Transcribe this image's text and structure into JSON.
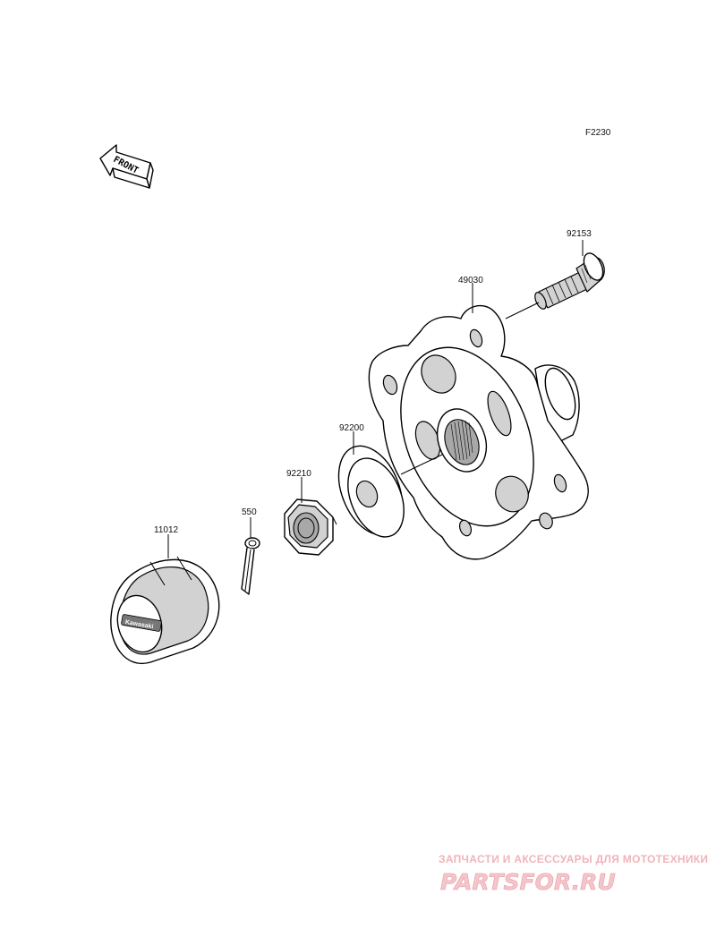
{
  "figure_code": "F2230",
  "front_label": "FRONT",
  "brand_mark": "Kawasaki",
  "parts": {
    "stud": "92153",
    "hub": "49030",
    "washer": "92200",
    "nut": "92210",
    "cotter_pin": "550",
    "cap": "11012"
  },
  "watermark": {
    "tagline": "ЗАПЧАСТИ И АКСЕССУАРЫ ДЛЯ МОТОТЕХНИКИ",
    "site": "PARTSFOR.RU",
    "colors": {
      "text": "#f0b4ba",
      "outline": "#e89aa3"
    }
  }
}
